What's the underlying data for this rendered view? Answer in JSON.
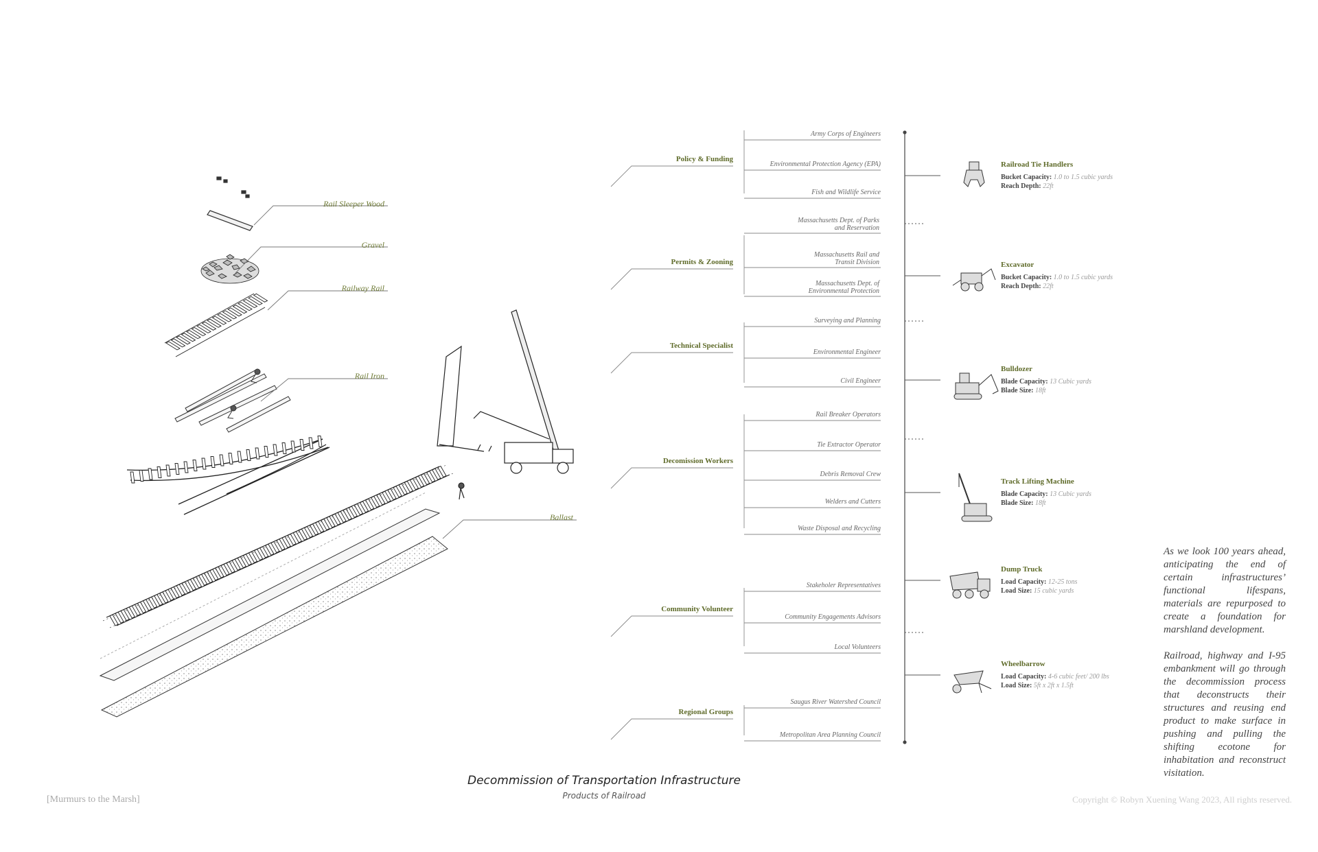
{
  "parts": [
    {
      "label": "Rail Sleeper Wood"
    },
    {
      "label": "Gravel"
    },
    {
      "label": "Railway Rail"
    },
    {
      "label": "Rail Iron"
    },
    {
      "label": "Ballast"
    }
  ],
  "groups": [
    {
      "name": "Policy & Funding",
      "items": [
        "Army Corps of Engineers",
        "Environmental Protection Agency (EPA)",
        "Fish and Wildlife Service"
      ]
    },
    {
      "name": "Permits & Zooning",
      "items": [
        "Massachusetts Dept. of Parks and Reservation",
        "Massachusetts Rail and Transit Division",
        "Massachusetts Dept. of Environmental Protection"
      ]
    },
    {
      "name": "Technical Specialist",
      "items": [
        "Surveying and Planning",
        "Environmental Engineer",
        "Civil Engineer"
      ]
    },
    {
      "name": "Decomission Workers",
      "items": [
        "Rail Breaker Operators",
        "Tie Extractor Operator",
        "Debris Removal Crew",
        "Welders and Cutters",
        "Waste Disposal and Recycling"
      ]
    },
    {
      "name": "Community Volunteer",
      "items": [
        "Stakeholer Representatives",
        "Community Engagements Advisors",
        "Local Volunteers"
      ]
    },
    {
      "name": "Regional Groups",
      "items": [
        "Saugus River Watershed Council",
        "Metropolitan Area Planning Council"
      ]
    }
  ],
  "machines": [
    {
      "name": "Railroad Tie Handlers",
      "icon": "tie-handler-icon",
      "specs": [
        {
          "label": "Bucket Capacity:",
          "value": "1.0 to 1.5 cubic yards"
        },
        {
          "label": "Reach Depth:",
          "value": "22ft"
        }
      ]
    },
    {
      "name": "Excavator",
      "icon": "excavator-icon",
      "specs": [
        {
          "label": "Bucket Capacity:",
          "value": "1.0 to 1.5 cubic yards"
        },
        {
          "label": "Reach Depth:",
          "value": "22ft"
        }
      ]
    },
    {
      "name": "Bulldozer",
      "icon": "bulldozer-icon",
      "specs": [
        {
          "label": "Blade Capacity:",
          "value": "13 Cubic yards"
        },
        {
          "label": "Blade Size:",
          "value": "18ft"
        }
      ]
    },
    {
      "name": "Track Lifting Machine",
      "icon": "crane-icon",
      "specs": [
        {
          "label": "Blade Capacity:",
          "value": "13 Cubic yards"
        },
        {
          "label": "Blade Size:",
          "value": "18ft"
        }
      ]
    },
    {
      "name": "Dump Truck",
      "icon": "dump-truck-icon",
      "specs": [
        {
          "label": "Load Capacity:",
          "value": "12-25 tons"
        },
        {
          "label": "Load Size:",
          "value": "15 cubic yards"
        }
      ]
    },
    {
      "name": "Wheelbarrow",
      "icon": "wheelbarrow-icon",
      "specs": [
        {
          "label": "Load Capacity:",
          "value": "4-6 cubic feet/ 200 lbs"
        },
        {
          "label": "Load Size:",
          "value": "5ft x 2ft x 1.5ft"
        }
      ]
    }
  ],
  "essay": [
    "As we look 100 years ahead, anticipating the end of certain infrastructures’ functional lifespans, materials are repurposed to create a foundation for marshland development.",
    "Railroad, highway and I-95 embankment will go through the decommission process that deconstructs their structures and reusing end product to make surface in pushing and pulling the shifting ecotone for inhabitation and reconstruct visitation."
  ],
  "title": "Decommission of Transportation Infrastructure",
  "subtitle": "Products of Railroad",
  "series": "[Murmurs to the Marsh]",
  "copyright": "Copyright © Robyn Xuening Wang 2023, All rights reserved.",
  "colors": {
    "accent": "#5f6b2a",
    "line": "#999999",
    "ink": "#333333"
  }
}
